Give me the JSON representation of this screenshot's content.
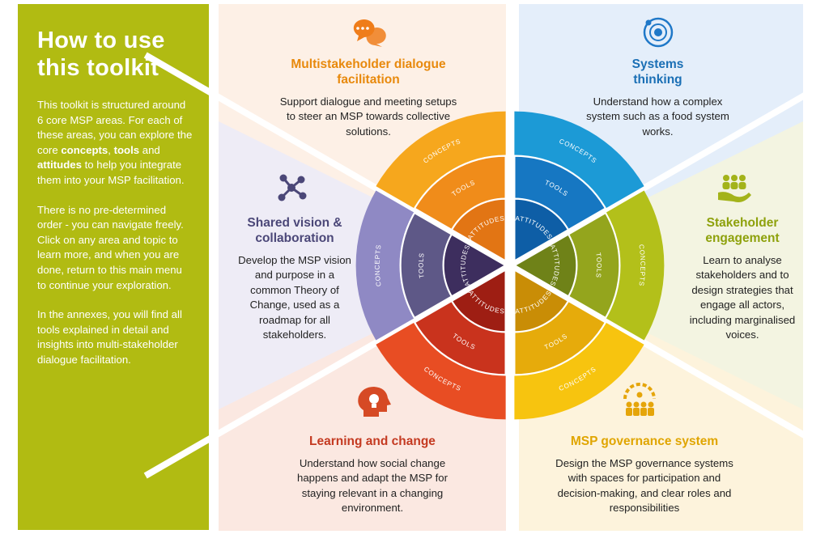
{
  "sidebar": {
    "title": "How to use this toolkit",
    "p1_a": "This toolkit is structured around 6 core MSP areas. For each of these areas, you can explore the core ",
    "p1_concepts": "concepts",
    "p1_b": ", ",
    "p1_tools": "tools",
    "p1_c": " and ",
    "p1_attitudes": "attitudes",
    "p1_d": " to help you integrate them into your MSP facilitation.",
    "p2": "There is no pre-determined order - you can navigate freely. Click on any area and topic to learn more, and when you are done, return to this main menu to continue your exploration.",
    "p3": "In the annexes, you will find all tools explained in detail and insights into multi-stakeholder dialogue facilitation."
  },
  "ring_labels": {
    "concepts": "CONCEPTS",
    "tools": "TOOLS",
    "attitudes": "ATTITUDES"
  },
  "areas": [
    {
      "id": "dialogue",
      "title": "Multistakeholder dialogue facilitation",
      "description": "Support dialogue and meeting setups to steer an MSP towards collective solutions.",
      "icon": "chat-bubbles-icon",
      "title_color": "#e8890c",
      "icon_color": "#ef7d1a",
      "bg": "#fdf0e6",
      "colors": [
        "#f6a71d",
        "#f08c1a",
        "#e27514"
      ]
    },
    {
      "id": "systems",
      "title": "Systems thinking",
      "description": "Understand how a complex system such as a food system works.",
      "icon": "orbit-icon",
      "title_color": "#1a6fb5",
      "icon_color": "#1f78c8",
      "bg": "#e4eefa",
      "colors": [
        "#1c9ad6",
        "#1677c2",
        "#0e5ea6"
      ]
    },
    {
      "id": "engagement",
      "title": "Stakeholder engagement",
      "description": "Learn to analyse stakeholders and to design strategies that engage all actors, including marginalised voices.",
      "icon": "people-hand-icon",
      "title_color": "#8ea10c",
      "icon_color": "#a3b31a",
      "bg": "#f3f4e1",
      "colors": [
        "#b3c01a",
        "#94a51d",
        "#6f8218"
      ]
    },
    {
      "id": "governance",
      "title": "MSP governance system",
      "description": "Design the MSP governance systems with spaces for participation and decision-making, and clear roles and responsibilities",
      "icon": "governance-icon",
      "title_color": "#e0a500",
      "icon_color": "#e5a50a",
      "bg": "#fdf3dc",
      "colors": [
        "#f7c40f",
        "#e6ab0b",
        "#c98d06"
      ]
    },
    {
      "id": "learning",
      "title": "Learning and change",
      "description": "Understand how social change happens and adapt the MSP for staying relevant in a changing environment.",
      "icon": "head-lightbulb-icon",
      "title_color": "#c43a21",
      "icon_color": "#d64a25",
      "bg": "#fbe8e1",
      "colors": [
        "#e84d23",
        "#c9331d",
        "#9e1e13"
      ]
    },
    {
      "id": "vision",
      "title": "Shared vision & collaboration",
      "description": "Develop the MSP vision and purpose in a common Theory of Change, used as a roadmap for all stakeholders.",
      "icon": "network-icon",
      "title_color": "#4b4778",
      "icon_color": "#4b4778",
      "bg": "#eeecf6",
      "colors": [
        "#8f89c4",
        "#5e5887",
        "#3d2e5e"
      ]
    }
  ]
}
